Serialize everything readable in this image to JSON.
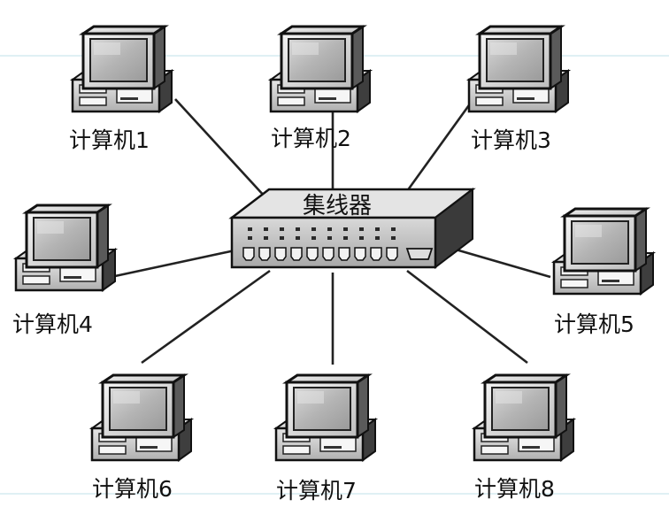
{
  "hub": {
    "label": "集线器"
  },
  "computers": [
    {
      "id": "c1",
      "label": "计算机1"
    },
    {
      "id": "c2",
      "label": "计算机2"
    },
    {
      "id": "c3",
      "label": "计算机3"
    },
    {
      "id": "c4",
      "label": "计算机4"
    },
    {
      "id": "c5",
      "label": "计算机5"
    },
    {
      "id": "c6",
      "label": "计算机6"
    },
    {
      "id": "c7",
      "label": "计算机7"
    },
    {
      "id": "c8",
      "label": "计算机8"
    }
  ],
  "connections": [
    "c1",
    "c2",
    "c3",
    "c4",
    "c5",
    "c6",
    "c7",
    "c8"
  ],
  "colors": {
    "line": "#222222",
    "guide": "#bfe0ea",
    "screen": "#b8b8b8"
  }
}
